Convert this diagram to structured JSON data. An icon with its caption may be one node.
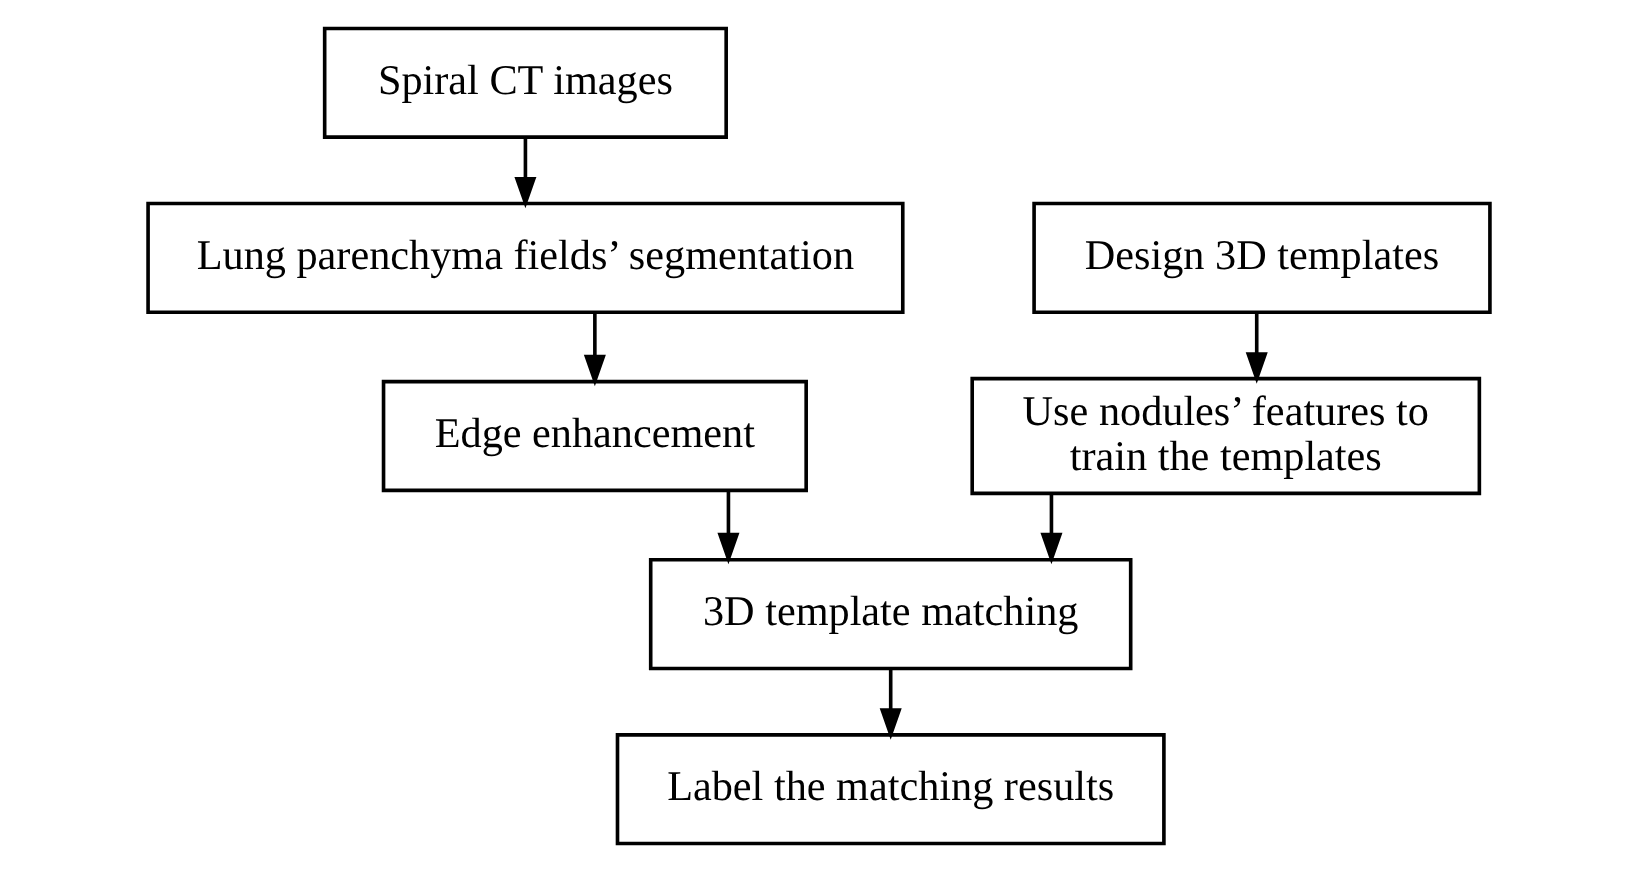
{
  "diagram": {
    "nodes": [
      {
        "text": [
          "Spiral CT images"
        ]
      },
      {
        "text": [
          "Lung parenchyma fields’ segmentation"
        ]
      },
      {
        "text": [
          "Edge enhancement"
        ]
      },
      {
        "text": [
          "Design 3D templates"
        ]
      },
      {
        "text": [
          "Use nodules’ features to train the templates"
        ]
      },
      {
        "text": [
          "3D template matching"
        ]
      },
      {
        "text": [
          "Label the matching results"
        ]
      }
    ],
    "edges": [
      {
        "from": 0,
        "to": 1,
        "arrow": "to"
      },
      {
        "from": 1,
        "to": 2,
        "arrow": "to"
      },
      {
        "from": 2,
        "to": 5,
        "arrow": "to"
      },
      {
        "from": 3,
        "to": 4,
        "arrow": "to"
      },
      {
        "from": 4,
        "to": 5,
        "arrow": "to"
      },
      {
        "from": 5,
        "to": 6,
        "arrow": "to"
      }
    ]
  }
}
